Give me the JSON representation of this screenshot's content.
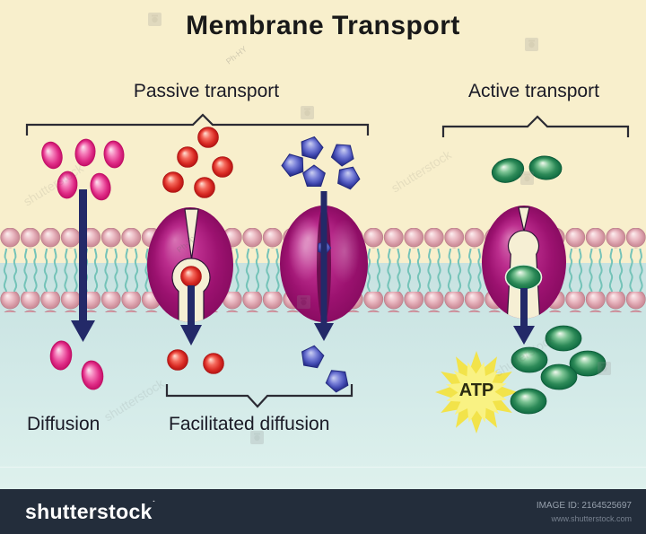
{
  "title": "Membrane Transport",
  "sections": {
    "passive": {
      "label": "Passive transport"
    },
    "active": {
      "label": "Active transport"
    }
  },
  "mechanisms": {
    "diffusion": {
      "label": "Diffusion"
    },
    "facilitated_diffusion": {
      "label": "Facilitated diffusion"
    },
    "active_transport": {
      "energy_label": "ATP"
    }
  },
  "watermark": {
    "brand": "shutterstock",
    "photographer": "Ph-HY"
  },
  "footer": {
    "logo": "shutterstock",
    "logo_mark": "˙",
    "image_id": "IMAGE ID: 2164525697",
    "website": "www.shutterstock.com"
  },
  "colors": {
    "background_top": "#f8efcc",
    "background_bottom": "#d3eae8",
    "membrane_head": "#e2a9b4",
    "membrane_tail": "#74c3b8",
    "protein": "#a8146f",
    "pink_molecule": "#e02d87",
    "red_molecule": "#d92b24",
    "blue_molecule": "#444cb4",
    "green_molecule": "#2d8a58",
    "arrow": "#232968",
    "atp_star": "#f2e34a",
    "footer_bg": "#232d3b"
  }
}
